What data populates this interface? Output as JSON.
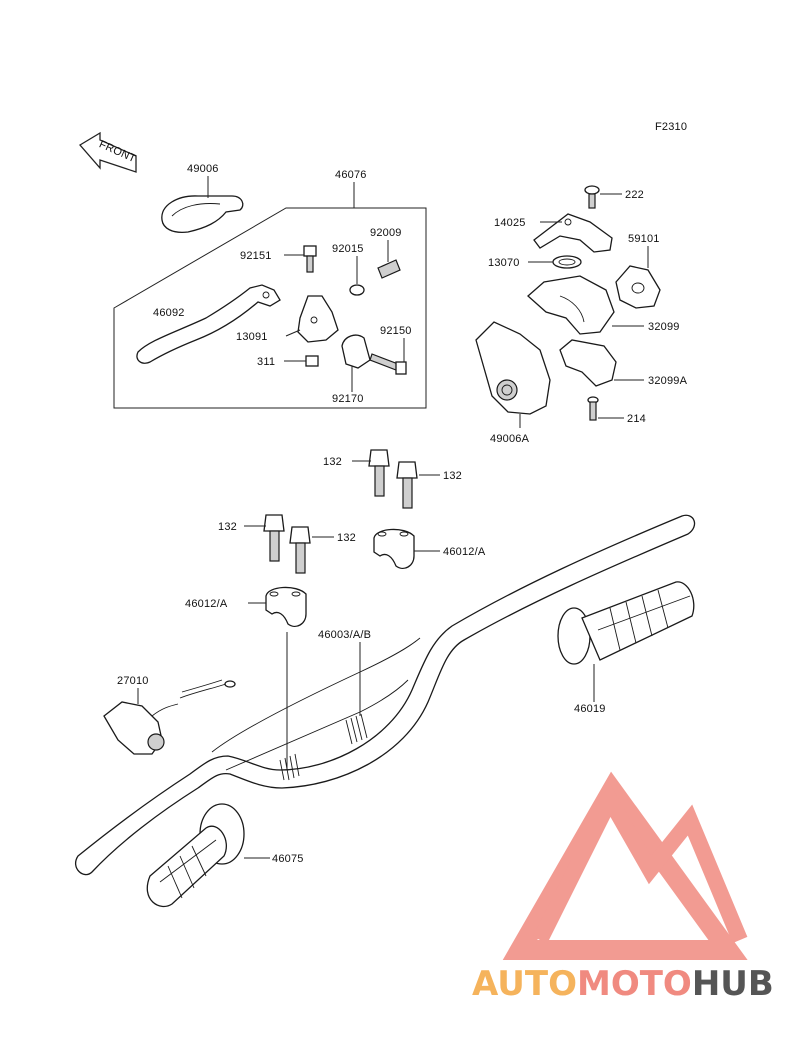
{
  "figure_code": "F2310",
  "front_label": "FRONT",
  "labels": {
    "l49006": "49006",
    "l46076": "46076",
    "l92151": "92151",
    "l92015": "92015",
    "l92009": "92009",
    "l46092": "46092",
    "l13091": "13091",
    "l92150": "92150",
    "l311": "311",
    "l92170": "92170",
    "l222": "222",
    "l14025": "14025",
    "l59101": "59101",
    "l13070": "13070",
    "l32099": "32099",
    "l32099A": "32099A",
    "l214": "214",
    "l49006A": "49006A",
    "l132a": "132",
    "l132b": "132",
    "l132c": "132",
    "l132d": "132",
    "l46012A_r": "46012/A",
    "l46012A_l": "46012/A",
    "l46003": "46003/A/B",
    "l27010": "27010",
    "l46019": "46019",
    "l46075": "46075"
  },
  "watermark": {
    "part1": "AUTO",
    "part2": "MOTO",
    "part3": "HUB",
    "color_auto": "#f5b35c",
    "color_moto": "#f08a80",
    "color_hub": "#555555",
    "logo_color": "#f08a80"
  }
}
